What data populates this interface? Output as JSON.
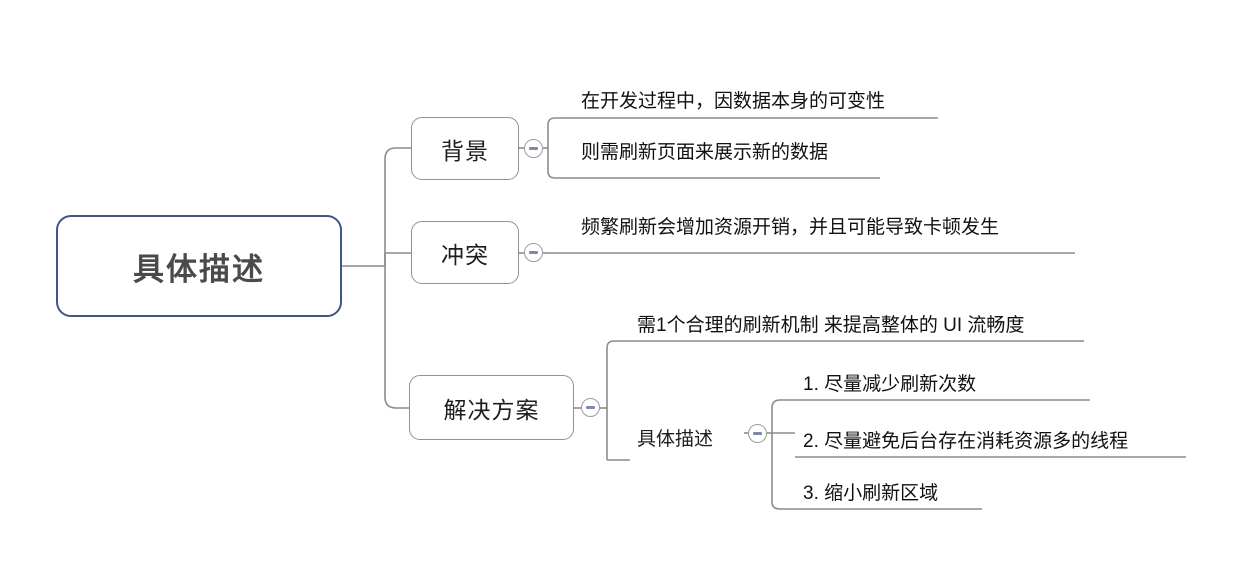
{
  "diagram": {
    "type": "mindmap",
    "background": "#ffffff",
    "root_accent": "#3f5787",
    "branch_border": "#96918c",
    "connector_color": "#8c8c8c",
    "toggle_bar_color": "#7b8ba8",
    "root": {
      "label": "具体描述"
    },
    "branches": [
      {
        "label": "背景",
        "toggle": "collapse-toggle-minus",
        "leaves": [
          "在开发过程中，因数据本身的可变性",
          "则需刷新页面来展示新的数据"
        ]
      },
      {
        "label": "冲突",
        "toggle": "collapse-toggle-minus",
        "leaves": [
          "频繁刷新会增加资源开销，并且可能导致卡顿发生"
        ]
      },
      {
        "label": "解决方案",
        "toggle": "collapse-toggle-minus",
        "leaves": [
          "需1个合理的刷新机制 来提高整体的 UI 流畅度"
        ],
        "sub_node": {
          "label": "具体描述",
          "toggle": "collapse-toggle-minus",
          "items": [
            "1. 尽量减少刷新次数",
            "2. 尽量避免后台存在消耗资源多的线程",
            "3. 缩小刷新区域"
          ]
        }
      }
    ]
  }
}
